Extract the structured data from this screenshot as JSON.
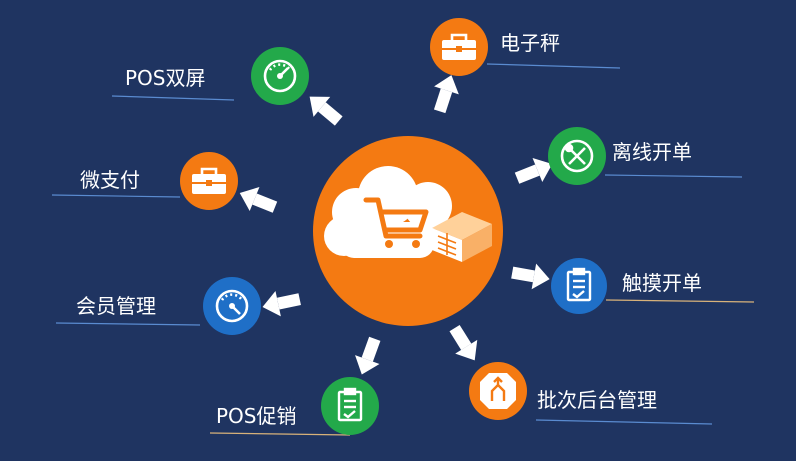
{
  "diagram": {
    "background": "#1f3461",
    "center": {
      "color": "#f47a12",
      "icon": "cloud-shopping-cart-icon"
    },
    "features": [
      {
        "id": "pos-dual-screen",
        "label": "POS双屏",
        "icon": "gauge-icon",
        "color": "#23a94a"
      },
      {
        "id": "electronic-scale",
        "label": "电子秤",
        "icon": "toolbox-icon",
        "color": "#f47a12"
      },
      {
        "id": "offline-order",
        "label": "离线开单",
        "icon": "tools-icon",
        "color": "#23a94a"
      },
      {
        "id": "wechat-pay",
        "label": "微支付",
        "icon": "toolbox-icon",
        "color": "#f47a12"
      },
      {
        "id": "touch-order",
        "label": "触摸开单",
        "icon": "checklist-icon",
        "color": "#1f6fc7"
      },
      {
        "id": "member-management",
        "label": "会员管理",
        "icon": "gauge-icon",
        "color": "#1f6fc7"
      },
      {
        "id": "pos-promotion",
        "label": "POS促销",
        "icon": "checklist-icon",
        "color": "#23a94a"
      },
      {
        "id": "batch-backend-management",
        "label": "批次后台管理",
        "icon": "merge-arrows-icon",
        "color": "#f47a12"
      }
    ]
  }
}
